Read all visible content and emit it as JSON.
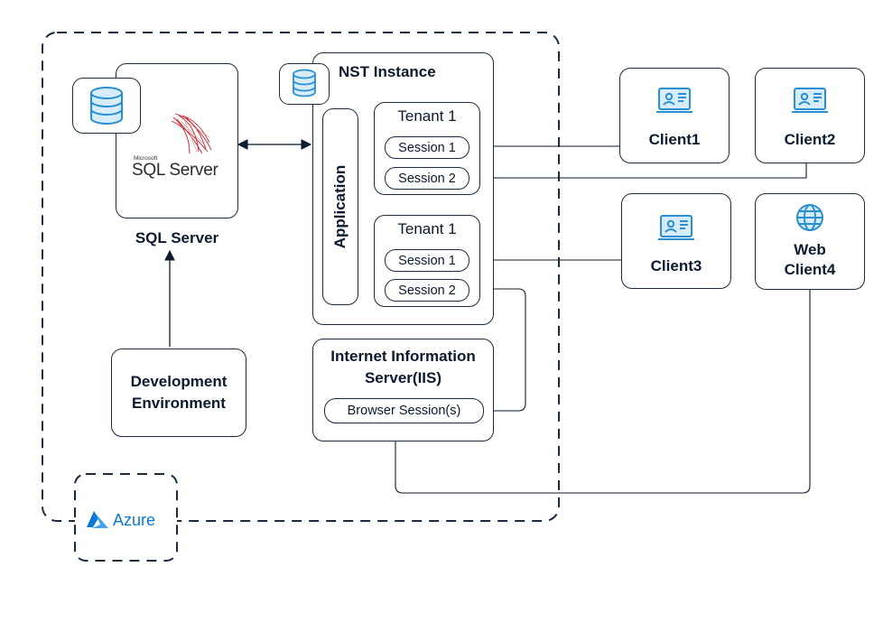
{
  "sql_server": {
    "logo_small_text": "Microsoft",
    "logo_text": "SQL Server",
    "label": "SQL Server"
  },
  "nst": {
    "title": "NST Instance",
    "application_label": "Application",
    "tenants": [
      {
        "title": "Tenant 1",
        "sessions": [
          "Session 1",
          "Session 2"
        ]
      },
      {
        "title": "Tenant 1",
        "sessions": [
          "Session 1",
          "Session 2"
        ]
      }
    ]
  },
  "iis": {
    "title": "Internet Information Server(IIS)",
    "browser_session": "Browser Session(s)"
  },
  "dev_env": {
    "label": "Development Environment"
  },
  "clients": [
    {
      "label": "Client1",
      "icon": "desktop-user-icon"
    },
    {
      "label": "Client2",
      "icon": "desktop-user-icon"
    },
    {
      "label": "Client3",
      "icon": "desktop-user-icon"
    },
    {
      "label": "Web Client4",
      "icon": "globe-icon"
    }
  ],
  "azure": {
    "label": "Azure",
    "icon": "azure-logo-icon"
  },
  "colors": {
    "stroke": "#1b2a3f",
    "icon_blue": "#2a8fd0",
    "icon_light": "#d7ecf9",
    "azure_blue": "#0a78d4",
    "sql_red": "#c8202a"
  }
}
